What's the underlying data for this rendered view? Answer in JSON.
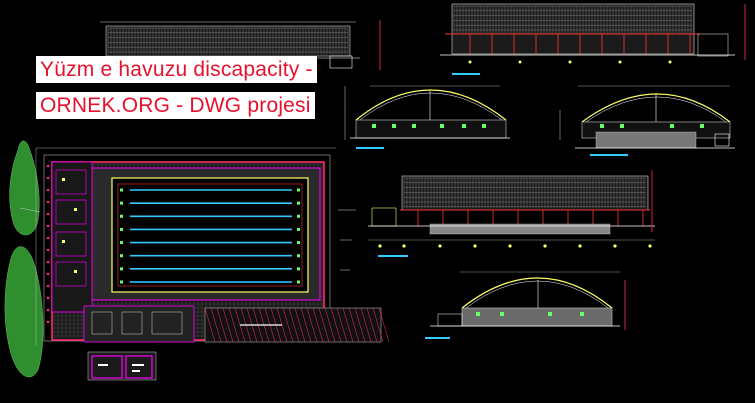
{
  "caption": {
    "line1": "Yüzm e havuzu discapacity -",
    "line2": "ORNEK.ORG - DWG projesi"
  },
  "colors": {
    "background": "#000000",
    "caption_text": "#e8112d",
    "caption_bg": "#ffffff",
    "drawing_lines": [
      "#ff2a6d",
      "#ffffff",
      "#ffff66",
      "#33ccff",
      "#66ff66",
      "#ff00ff",
      "#ff3333",
      "#cccccc"
    ],
    "trees": "#2e8b2e"
  },
  "drawing_views": [
    {
      "name": "top-elevation-left",
      "type": "elevation"
    },
    {
      "name": "top-elevation-right",
      "type": "elevation"
    },
    {
      "name": "arched-section-left",
      "type": "section"
    },
    {
      "name": "arched-section-right",
      "type": "section"
    },
    {
      "name": "pool-floor-plan",
      "type": "plan"
    },
    {
      "name": "long-elevation",
      "type": "elevation"
    },
    {
      "name": "arched-section-bottom",
      "type": "section"
    },
    {
      "name": "detail-plan-small",
      "type": "plan"
    }
  ],
  "pool_lanes": 8
}
